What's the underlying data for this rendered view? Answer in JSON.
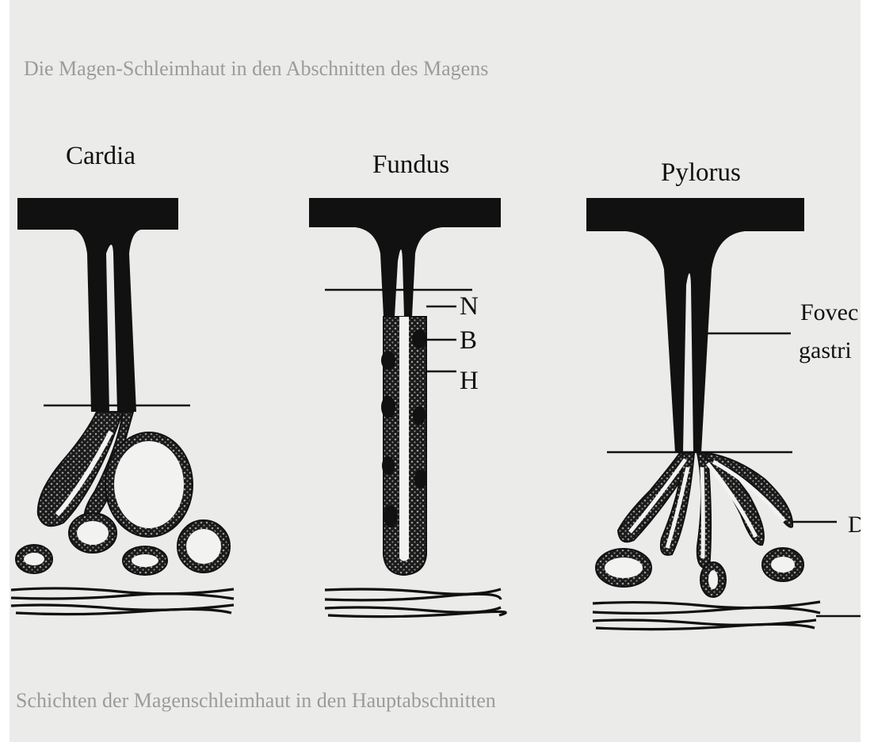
{
  "panels": [
    {
      "title": "Cardia"
    },
    {
      "title": "Fundus"
    },
    {
      "title": "Pylorus"
    }
  ],
  "fundus_markers": [
    "N",
    "B",
    "H"
  ],
  "pylorus_side_labels": [
    "Fovec",
    "gastri",
    "D"
  ],
  "faint_text": {
    "header_line": "Die Magen-Schleimhaut in den Abschnitten des Magens",
    "caption_line": "Schichten der Magenschleimhaut in den Hauptabschnitten"
  },
  "colors": {
    "paper": "#ebebe9",
    "ink": "#111111",
    "gland_fill": "#f2f2f0"
  }
}
